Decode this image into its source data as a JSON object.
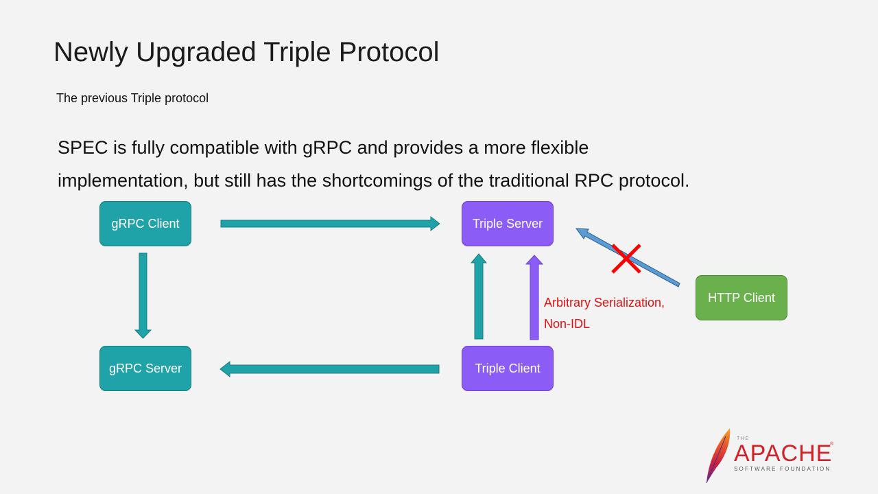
{
  "slide": {
    "title": "Newly Upgraded Triple Protocol",
    "subtitle": "The previous Triple protocol",
    "body_line1": "SPEC is fully compatible with gRPC and provides a more flexible",
    "body_line2": "implementation, but still has the shortcomings of the traditional RPC protocol."
  },
  "nodes": {
    "grpc_client": "gRPC Client",
    "grpc_server": "gRPC Server",
    "triple_server": "Triple Server",
    "triple_client": "Triple Client",
    "http_client": "HTTP Client"
  },
  "annotation": {
    "line1": "Arbitrary Serialization,",
    "line2": "Non-IDL"
  },
  "logo": {
    "the": "THE",
    "name": "APACHE",
    "registered": "®",
    "tagline": "SOFTWARE FOUNDATION"
  },
  "colors": {
    "background": "#f3f3f3",
    "teal": "#1fa2a8",
    "purple": "#8b5cf6",
    "green": "#6ab04c",
    "blue_arrow": "#5b9bd5",
    "cross": "#ff0000",
    "annotation": "#e41010",
    "apache_red": "#d22128"
  }
}
